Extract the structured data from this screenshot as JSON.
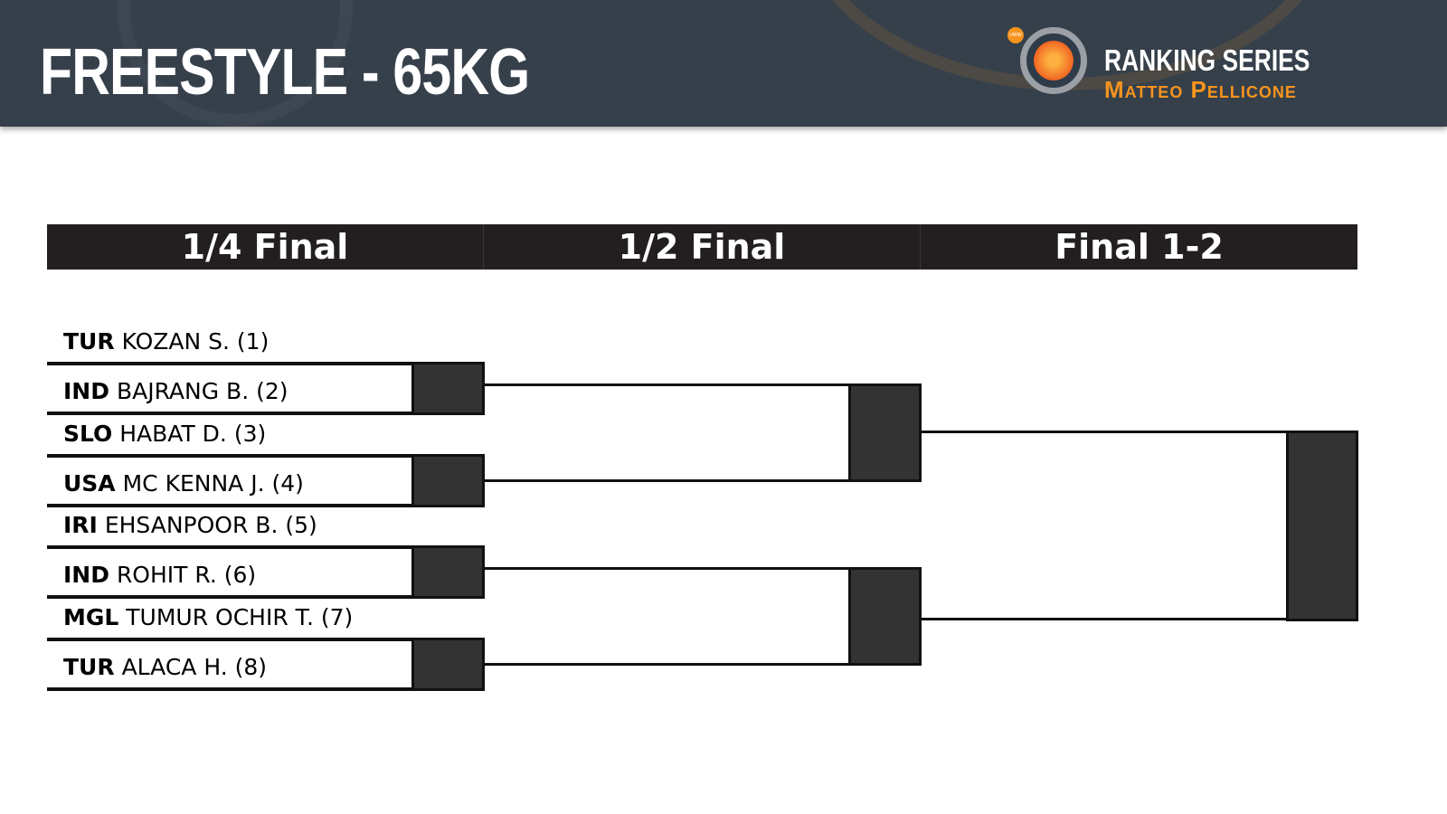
{
  "header": {
    "title": "FREESTYLE - 65KG",
    "logo_badge": "UWW",
    "series": "RANKING SERIES",
    "event": "Matteo Pellicone"
  },
  "rounds": [
    "1/4 Final",
    "1/2 Final",
    "Final 1-2"
  ],
  "athletes": [
    {
      "country": "TUR",
      "name": "KOZAN S. (1)"
    },
    {
      "country": "IND",
      "name": "BAJRANG B. (2)"
    },
    {
      "country": "SLO",
      "name": "HABAT D. (3)"
    },
    {
      "country": "USA",
      "name": "MC KENNA J. (4)"
    },
    {
      "country": "IRI",
      "name": "EHSANPOOR B. (5)"
    },
    {
      "country": "IND",
      "name": "ROHIT R. (6)"
    },
    {
      "country": "MGL",
      "name": "TUMUR OCHIR T. (7)"
    },
    {
      "country": "TUR",
      "name": "ALACA H. (8)"
    }
  ]
}
